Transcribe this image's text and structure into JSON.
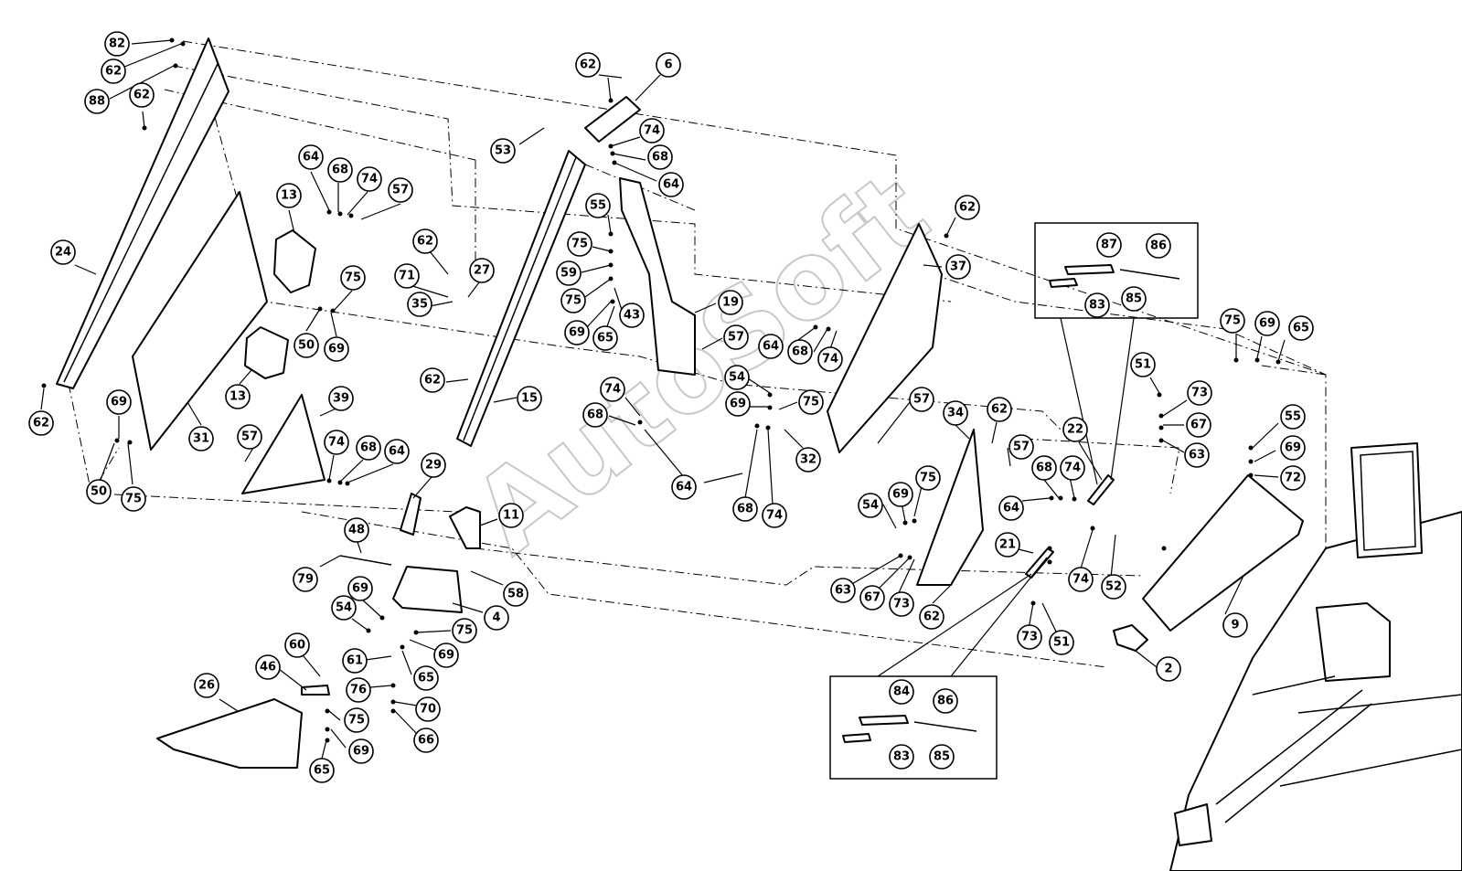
{
  "watermark": "AutoSoft",
  "callouts": [
    {
      "id": "82"
    },
    {
      "id": "62"
    },
    {
      "id": "88"
    },
    {
      "id": "62"
    },
    {
      "id": "24"
    },
    {
      "id": "62"
    },
    {
      "id": "13"
    },
    {
      "id": "64"
    },
    {
      "id": "68"
    },
    {
      "id": "74"
    },
    {
      "id": "57"
    },
    {
      "id": "75"
    },
    {
      "id": "50"
    },
    {
      "id": "69"
    },
    {
      "id": "13"
    },
    {
      "id": "31"
    },
    {
      "id": "69"
    },
    {
      "id": "50"
    },
    {
      "id": "75"
    },
    {
      "id": "57"
    },
    {
      "id": "39"
    },
    {
      "id": "74"
    },
    {
      "id": "68"
    },
    {
      "id": "64"
    },
    {
      "id": "62"
    },
    {
      "id": "71"
    },
    {
      "id": "35"
    },
    {
      "id": "27"
    },
    {
      "id": "62"
    },
    {
      "id": "29"
    },
    {
      "id": "48"
    },
    {
      "id": "79"
    },
    {
      "id": "11"
    },
    {
      "id": "58"
    },
    {
      "id": "4"
    },
    {
      "id": "69"
    },
    {
      "id": "54"
    },
    {
      "id": "75"
    },
    {
      "id": "69"
    },
    {
      "id": "61"
    },
    {
      "id": "65"
    },
    {
      "id": "76"
    },
    {
      "id": "70"
    },
    {
      "id": "66"
    },
    {
      "id": "60"
    },
    {
      "id": "46"
    },
    {
      "id": "26"
    },
    {
      "id": "75"
    },
    {
      "id": "69"
    },
    {
      "id": "65"
    },
    {
      "id": "62"
    },
    {
      "id": "6"
    },
    {
      "id": "53"
    },
    {
      "id": "74"
    },
    {
      "id": "68"
    },
    {
      "id": "64"
    },
    {
      "id": "55"
    },
    {
      "id": "75"
    },
    {
      "id": "59"
    },
    {
      "id": "75"
    },
    {
      "id": "43"
    },
    {
      "id": "69"
    },
    {
      "id": "65"
    },
    {
      "id": "19"
    },
    {
      "id": "15"
    },
    {
      "id": "57"
    },
    {
      "id": "74"
    },
    {
      "id": "68"
    },
    {
      "id": "64"
    },
    {
      "id": "54"
    },
    {
      "id": "69"
    },
    {
      "id": "75"
    },
    {
      "id": "32"
    },
    {
      "id": "68"
    },
    {
      "id": "74"
    },
    {
      "id": "64"
    },
    {
      "id": "68"
    },
    {
      "id": "74"
    },
    {
      "id": "62"
    },
    {
      "id": "37"
    },
    {
      "id": "57"
    },
    {
      "id": "34"
    },
    {
      "id": "62"
    },
    {
      "id": "57"
    },
    {
      "id": "54"
    },
    {
      "id": "69"
    },
    {
      "id": "75"
    },
    {
      "id": "63"
    },
    {
      "id": "67"
    },
    {
      "id": "73"
    },
    {
      "id": "62"
    },
    {
      "id": "87"
    },
    {
      "id": "86"
    },
    {
      "id": "83"
    },
    {
      "id": "85"
    },
    {
      "id": "75"
    },
    {
      "id": "69"
    },
    {
      "id": "65"
    },
    {
      "id": "51"
    },
    {
      "id": "73"
    },
    {
      "id": "67"
    },
    {
      "id": "63"
    },
    {
      "id": "22"
    },
    {
      "id": "68"
    },
    {
      "id": "74"
    },
    {
      "id": "64"
    },
    {
      "id": "55"
    },
    {
      "id": "69"
    },
    {
      "id": "72"
    },
    {
      "id": "21"
    },
    {
      "id": "74"
    },
    {
      "id": "52"
    },
    {
      "id": "73"
    },
    {
      "id": "51"
    },
    {
      "id": "9"
    },
    {
      "id": "2"
    },
    {
      "id": "84"
    },
    {
      "id": "86"
    },
    {
      "id": "83"
    },
    {
      "id": "85"
    }
  ]
}
